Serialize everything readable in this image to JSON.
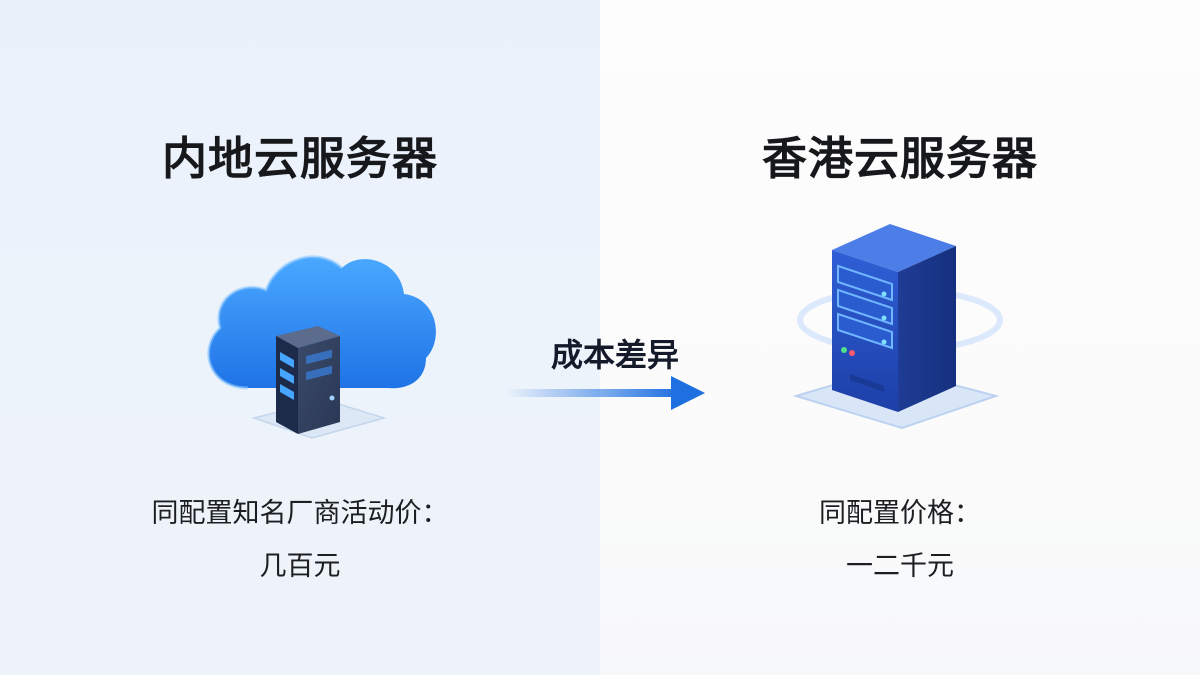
{
  "left": {
    "title": "内地云服务器",
    "caption_line1": "同配置知名厂商活动价：",
    "caption_line2": "几百元",
    "icon": "cloud-server-icon"
  },
  "right": {
    "title": "香港云服务器",
    "caption_line1": "同配置价格：",
    "caption_line2": "一二千元",
    "icon": "server-tower-icon"
  },
  "arrow": {
    "label": "成本差异",
    "icon": "arrow-right-icon"
  },
  "colors": {
    "left_bg": "#eaf2fb",
    "right_bg": "#fbfbfb",
    "accent_blue": "#1e6fe0",
    "cloud_blue": "#2b8cf0",
    "server_dark": "#1c2b4a"
  }
}
